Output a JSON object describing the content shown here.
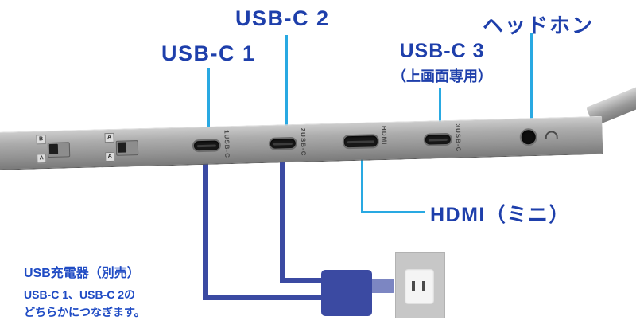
{
  "callouts": {
    "usb_c_2": "USB-C 2",
    "usb_c_1": "USB-C 1",
    "usb_c_3": "USB-C 3",
    "usb_c_3_sub": "（上画面専用）",
    "headphone": "ヘッドホン",
    "hdmi": "HDMI（ミニ）"
  },
  "charger_note": {
    "title": "USB充電器（別売）",
    "line1": "USB-C 1、USB-C 2の",
    "line2": "どちらかにつなぎます。"
  },
  "device": {
    "port_markings": [
      {
        "num": "1",
        "text": "USB-C"
      },
      {
        "num": "2",
        "text": "USB-C"
      },
      {
        "num": "",
        "text": "HDMI"
      },
      {
        "num": "3",
        "text": "USB-C"
      }
    ],
    "switch_markings": [
      {
        "top": "B",
        "bottom": "A"
      },
      {
        "top": "A",
        "bottom": "A"
      }
    ]
  },
  "colors": {
    "label_blue": "#1e3fab",
    "callout_cyan": "#29a9e2",
    "cable_blue": "#3b4aa2",
    "note_blue": "#1f4bc4"
  }
}
